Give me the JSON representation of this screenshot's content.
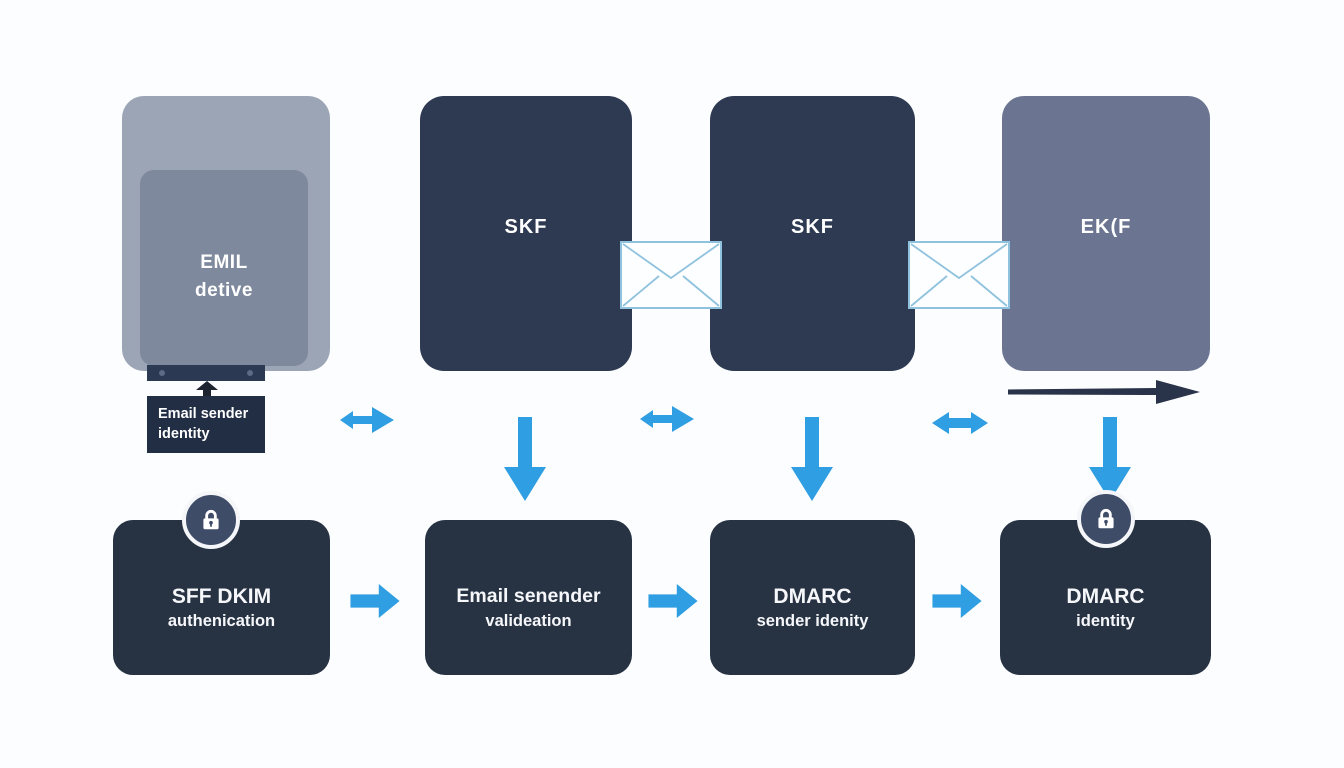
{
  "colors": {
    "background": "#fcfdfe",
    "navy_server_box": "#2e3a52",
    "dark_auth_box": "#273242",
    "gray_receiver_box": "#6b7490",
    "monitor_outer_gray": "#9ca5b6",
    "monitor_screen_gray": "#7e899e",
    "accent_arrow_blue": "#2f9ee2",
    "dark_arrow": "#29334a",
    "envelope_outline_blue": "#8fc2de",
    "lock_badge_navy": "#3f4c68",
    "text_white": "#ffffff"
  },
  "top_row": {
    "monitor": {
      "line1": "EMIL",
      "line2": "detive"
    },
    "server1_label": "SKF",
    "server2_label": "SKF",
    "receiver_label": "EK(F"
  },
  "sender_identity_label": {
    "line1": "Email sender",
    "line2": "identity"
  },
  "bottom_row": {
    "box1": {
      "line1": "SFF DKIM",
      "line2": "authenication"
    },
    "box2": {
      "line1": "Email senender",
      "line2": "valideation"
    },
    "box3": {
      "line1": "DMARC",
      "line2": "sender idenity"
    },
    "box4": {
      "line1": "DMARC",
      "line2": "identity"
    }
  }
}
